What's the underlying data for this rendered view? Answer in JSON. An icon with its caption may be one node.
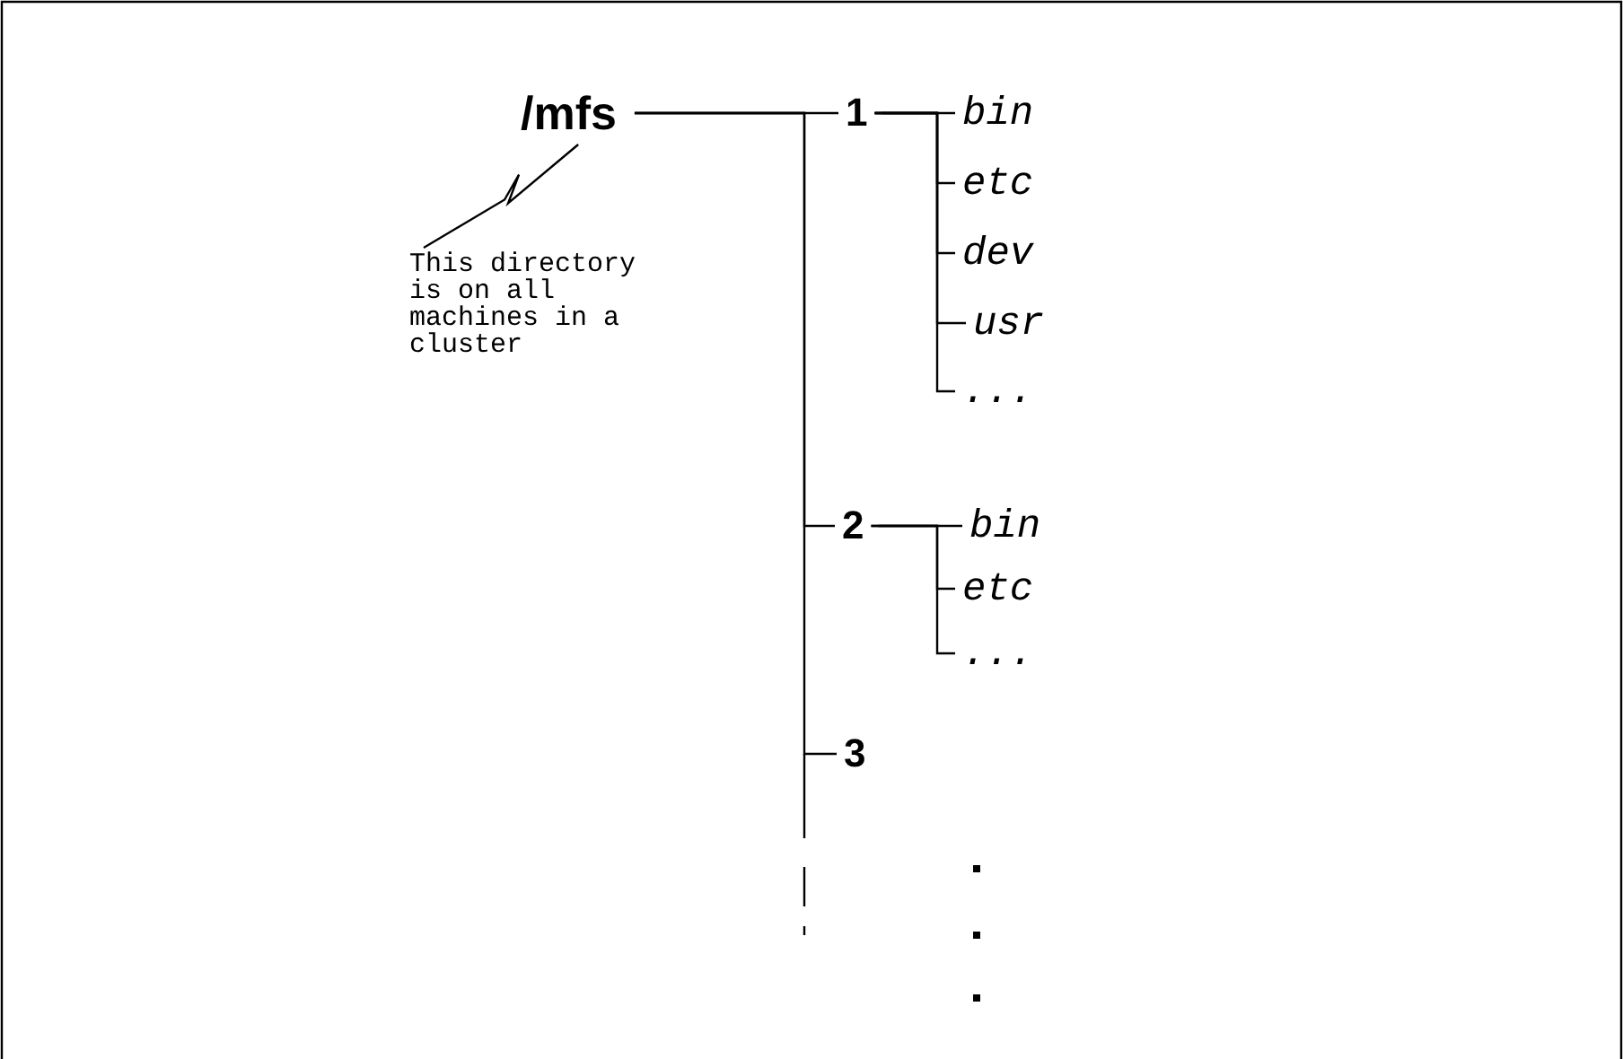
{
  "diagram": {
    "nodes": [
      {
        "text": [
          "/mfs"
        ]
      },
      {
        "text": [
          "1"
        ]
      },
      {
        "text": [
          "bin"
        ]
      },
      {
        "text": [
          "etc"
        ]
      },
      {
        "text": [
          "dev"
        ]
      },
      {
        "text": [
          "usr"
        ]
      },
      {
        "text": [
          "..."
        ]
      },
      {
        "text": [
          "2"
        ]
      },
      {
        "text": [
          "bin"
        ]
      },
      {
        "text": [
          "etc"
        ]
      },
      {
        "text": [
          "..."
        ]
      },
      {
        "text": [
          "3"
        ]
      },
      {
        "text": [
          "This directory is on all machines in a cluster"
        ]
      }
    ],
    "edges": [
      {
        "from": 0,
        "to": 1,
        "arrow": "none"
      },
      {
        "from": 0,
        "to": 7,
        "arrow": "none"
      },
      {
        "from": 0,
        "to": 11,
        "arrow": "none"
      },
      {
        "from": 1,
        "to": 2,
        "arrow": "none"
      },
      {
        "from": 1,
        "to": 3,
        "arrow": "none"
      },
      {
        "from": 1,
        "to": 4,
        "arrow": "none"
      },
      {
        "from": 1,
        "to": 5,
        "arrow": "none"
      },
      {
        "from": 1,
        "to": 6,
        "arrow": "none"
      },
      {
        "from": 7,
        "to": 8,
        "arrow": "none"
      },
      {
        "from": 7,
        "to": 9,
        "arrow": "none"
      },
      {
        "from": 7,
        "to": 10,
        "arrow": "none"
      },
      {
        "from": 12,
        "to": 0,
        "arrow": "none"
      }
    ]
  }
}
